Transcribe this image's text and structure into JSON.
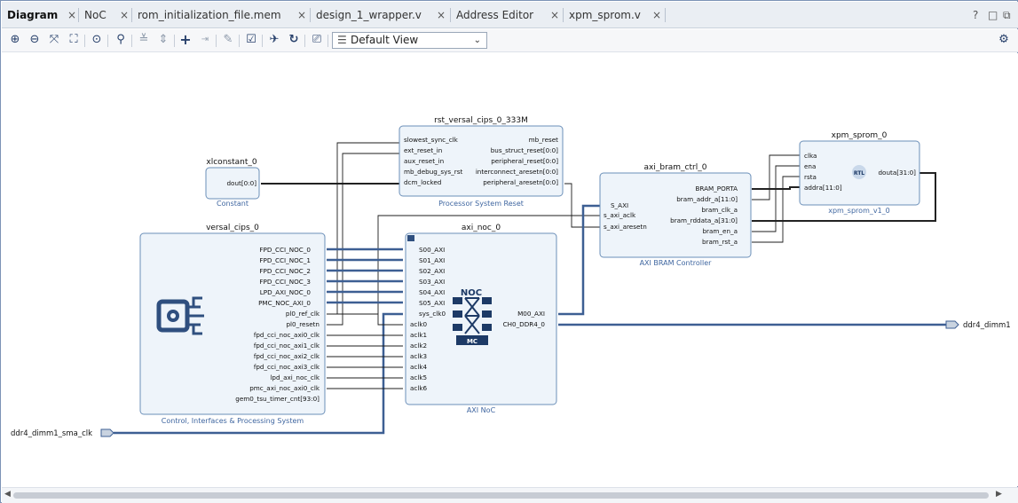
{
  "tabs": [
    {
      "label": "Diagram",
      "active": true
    },
    {
      "label": "NoC",
      "active": false
    },
    {
      "label": "rom_initialization_file.mem",
      "active": false
    },
    {
      "label": "design_1_wrapper.v",
      "active": false
    },
    {
      "label": "Address Editor",
      "active": false
    },
    {
      "label": "xpm_sprom.v",
      "active": false
    }
  ],
  "window_controls": [
    "?",
    "□",
    "⧉"
  ],
  "toolbar": {
    "view_select": "Default View",
    "icons": [
      "zoom-in-icon",
      "zoom-out-icon",
      "fit-view-icon",
      "fit-selection-icon",
      "autofit-icon",
      "search-icon",
      "collapse-all-icon",
      "expand-all-icon",
      "add-ip-icon",
      "make-external-icon",
      "customize-icon",
      "validate-icon",
      "route-icon",
      "regenerate-icon",
      "optimize-icon"
    ],
    "settings_icon": "gear-icon"
  },
  "blocks": {
    "xlconstant": {
      "instance": "xlconstant_0",
      "type": "Constant",
      "pins": [
        "dout[0:0]"
      ]
    },
    "rst": {
      "instance": "rst_versal_cips_0_333M",
      "type": "Processor System Reset",
      "inputs": [
        "slowest_sync_clk",
        "ext_reset_in",
        "aux_reset_in",
        "mb_debug_sys_rst",
        "dcm_locked"
      ],
      "outputs": [
        "mb_reset",
        "bus_struct_reset[0:0]",
        "peripheral_reset[0:0]",
        "interconnect_aresetn[0:0]",
        "peripheral_aresetn[0:0]"
      ]
    },
    "bram_ctrl": {
      "instance": "axi_bram_ctrl_0",
      "type": "AXI BRAM Controller",
      "inputs": [
        "S_AXI",
        "s_axi_aclk",
        "s_axi_aresetn"
      ],
      "outputs": [
        "BRAM_PORTA",
        "bram_addr_a[11:0]",
        "bram_clk_a",
        "bram_rddata_a[31:0]",
        "bram_en_a",
        "bram_rst_a"
      ]
    },
    "sprom": {
      "instance": "xpm_sprom_0",
      "type": "xpm_sprom_v1_0",
      "inputs": [
        "clka",
        "ena",
        "rsta",
        "addra[11:0]"
      ],
      "outputs": [
        "douta[31:0]"
      ],
      "badge": "RTL"
    },
    "cips": {
      "instance": "versal_cips_0",
      "type": "Control, Interfaces & Processing System",
      "outputs": [
        "FPD_CCI_NOC_0",
        "FPD_CCI_NOC_1",
        "FPD_CCI_NOC_2",
        "FPD_CCI_NOC_3",
        "LPD_AXI_NOC_0",
        "PMC_NOC_AXI_0",
        "pl0_ref_clk",
        "pl0_resetn",
        "fpd_cci_noc_axi0_clk",
        "fpd_cci_noc_axi1_clk",
        "fpd_cci_noc_axi2_clk",
        "fpd_cci_noc_axi3_clk",
        "lpd_axi_noc_clk",
        "pmc_axi_noc_axi0_clk",
        "gem0_tsu_timer_cnt[93:0]"
      ]
    },
    "noc": {
      "instance": "axi_noc_0",
      "type": "AXI NoC",
      "inputs": [
        "S00_AXI",
        "S01_AXI",
        "S02_AXI",
        "S03_AXI",
        "S04_AXI",
        "S05_AXI",
        "sys_clk0",
        "aclk0",
        "aclk1",
        "aclk2",
        "aclk3",
        "aclk4",
        "aclk5",
        "aclk6"
      ],
      "outputs": [
        "M00_AXI",
        "CH0_DDR4_0"
      ],
      "logo_text": "NOC",
      "logo_sub": "MC"
    }
  },
  "ports": {
    "ddr4_out": "ddr4_dimm1",
    "sma_clk_in": "ddr4_dimm1_sma_clk"
  }
}
